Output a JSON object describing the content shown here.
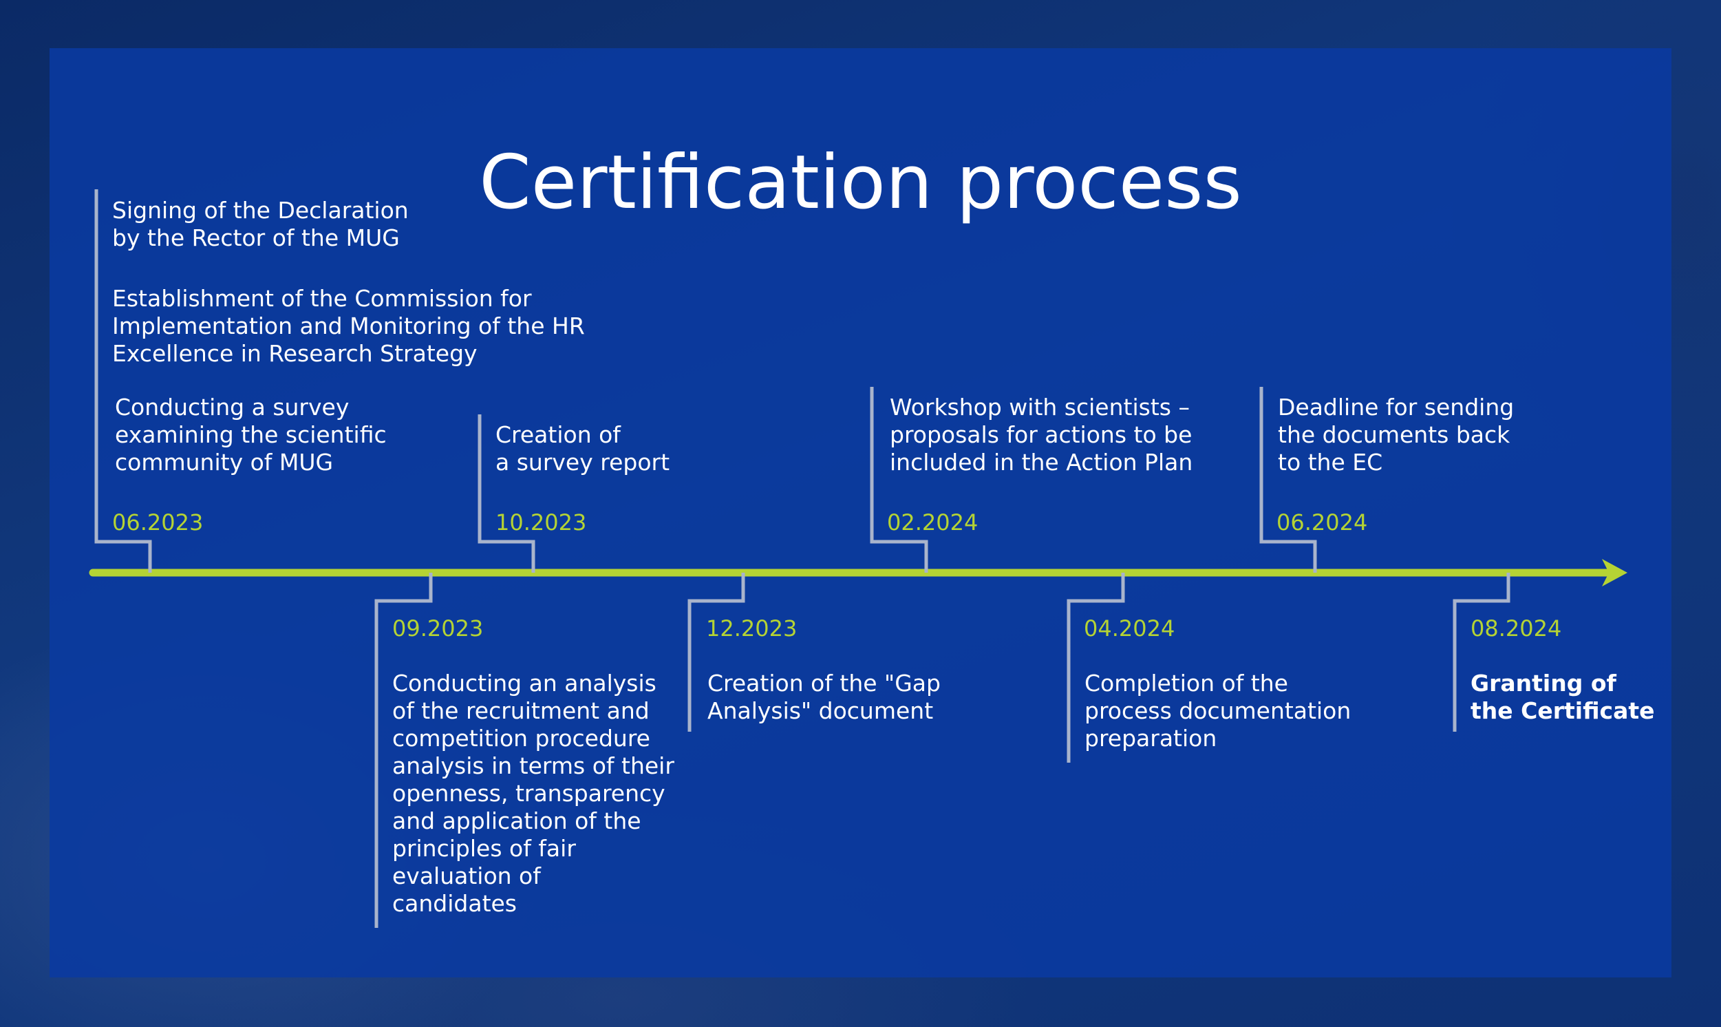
{
  "title": "Certification process",
  "colors": {
    "panel": "#0a3aa0",
    "axis": "#b5d334",
    "connector": "#a9b4cc",
    "date_text": "#b5d334",
    "text": "#ffffff"
  },
  "intro_events": [
    {
      "line1": "Signing of the Declaration",
      "line2": "by the Rector of the MUG"
    },
    {
      "line1": "Establishment of the Commission for",
      "line2": "Implementation and Monitoring of the HR",
      "line3": "Excellence in Research Strategy"
    }
  ],
  "milestones": [
    {
      "date": "06.2023",
      "lines": [
        "Conducting a survey",
        "examining the scientific",
        "community of MUG"
      ]
    },
    {
      "date": "09.2023",
      "lines": [
        "Conducting an analysis",
        "of the recruitment and",
        "competition procedure",
        "analysis in terms of their",
        "openness, transparency",
        "and application of the",
        "principles of fair",
        "evaluation of",
        "candidates"
      ]
    },
    {
      "date": "10.2023",
      "lines": [
        "Creation of",
        "a survey report"
      ]
    },
    {
      "date": "12.2023",
      "lines": [
        "Creation of the \"Gap",
        "Analysis\" document"
      ]
    },
    {
      "date": "02.2024",
      "lines": [
        "Workshop with scientists –",
        "proposals for actions to be",
        "included in the Action Plan"
      ]
    },
    {
      "date": "04.2024",
      "lines": [
        "Completion of the",
        "process documentation",
        "preparation"
      ]
    },
    {
      "date": "06.2024",
      "lines": [
        "Deadline for sending",
        "the documents back",
        "to the EC"
      ]
    },
    {
      "date": "08.2024",
      "lines": [
        "Granting of",
        "the Certificate"
      ]
    }
  ]
}
